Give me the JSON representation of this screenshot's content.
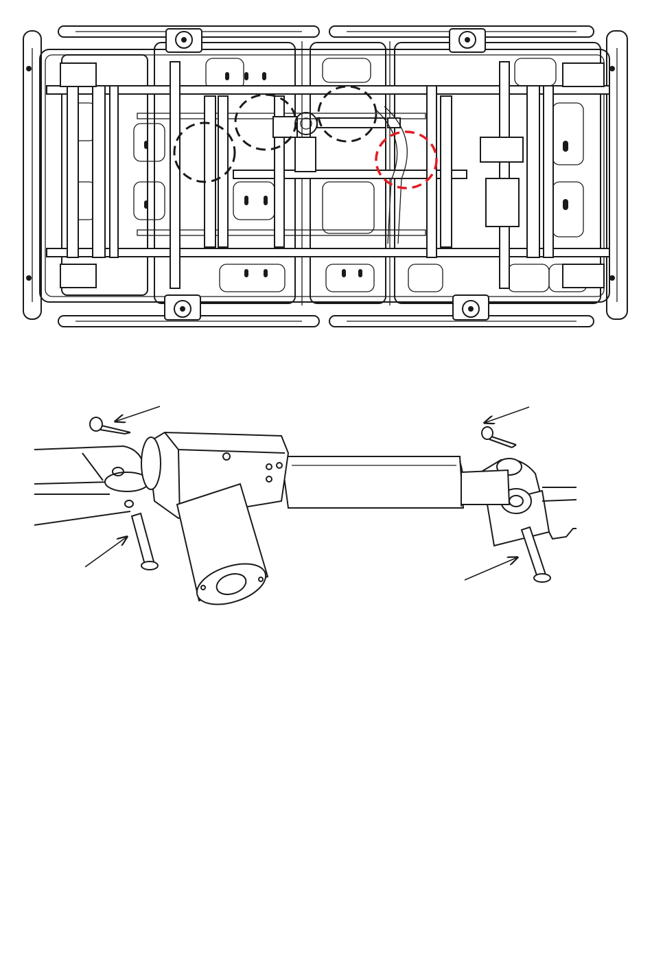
{
  "figure": {
    "top_view": {
      "callouts": [
        {
          "id": "callout-1",
          "style": "dashed",
          "color": "#1a1a1a"
        },
        {
          "id": "callout-2",
          "style": "dashed",
          "color": "#1a1a1a"
        },
        {
          "id": "callout-3",
          "style": "dashed",
          "color": "#1a1a1a"
        },
        {
          "id": "callout-highlight",
          "style": "dashed",
          "color": "#e31b23"
        }
      ]
    },
    "detail_view": {
      "parts": [
        "motor-housing",
        "actuator-tube",
        "left-clevis-pin",
        "right-clevis-pin",
        "left-hair-pin-clip",
        "right-hair-pin-clip"
      ],
      "pointer_arrows": 4
    },
    "colors": {
      "line": "#1a1a1a",
      "highlight": "#e31b23",
      "background": "#ffffff"
    }
  }
}
